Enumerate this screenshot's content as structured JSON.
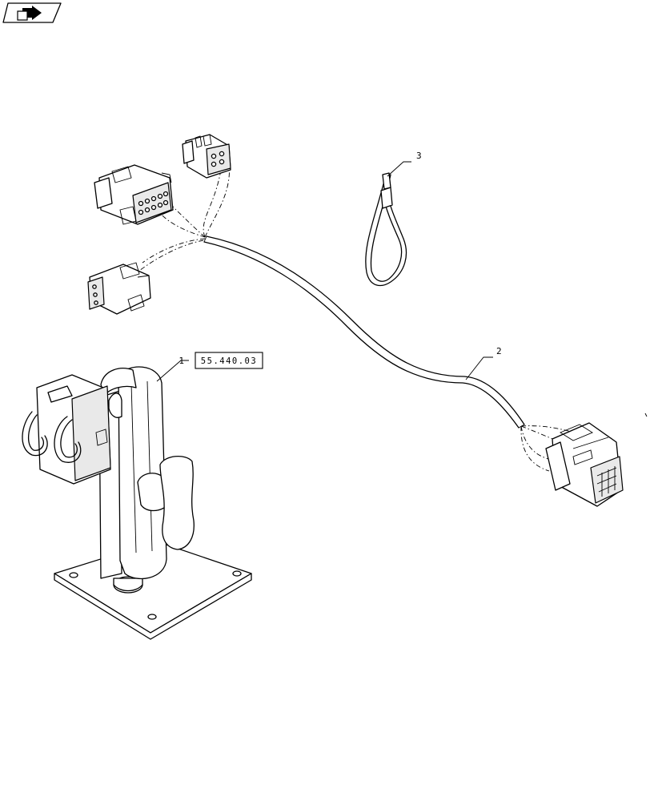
{
  "nav_icon": "next-page-arrow-icon",
  "callouts": [
    {
      "id": "1",
      "label": "1",
      "ref": "55.440.03"
    },
    {
      "id": "2",
      "label": "2"
    },
    {
      "id": "3",
      "label": "3"
    }
  ]
}
